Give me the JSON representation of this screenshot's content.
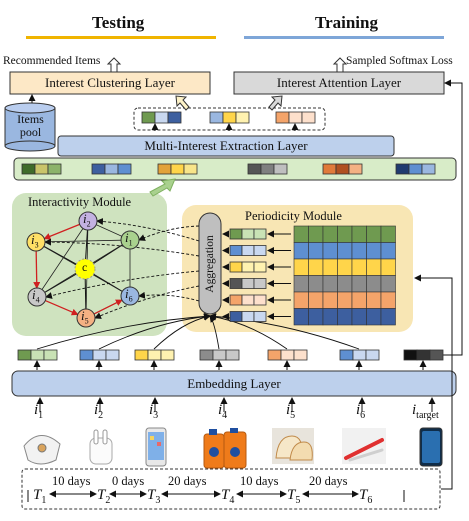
{
  "header": {
    "testing": "Testing",
    "training": "Training"
  },
  "top": {
    "recommended_items": "Recommended Items",
    "sampled_softmax_loss": "Sampled Softmax Loss",
    "interest_clustering_layer": "Interest Clustering Layer",
    "interest_attention_layer": "Interest Attention Layer",
    "items_pool": "Items pool"
  },
  "multi_interest_layer": "Multi-Interest Extraction Layer",
  "interactivity": {
    "title": "Interactivity Module",
    "center": "c",
    "nodes": [
      {
        "base": "i",
        "sub": "1"
      },
      {
        "base": "i",
        "sub": "2"
      },
      {
        "base": "i",
        "sub": "3"
      },
      {
        "base": "i",
        "sub": "4"
      },
      {
        "base": "i",
        "sub": "5"
      },
      {
        "base": "i",
        "sub": "6"
      }
    ]
  },
  "aggregation": "Aggregation",
  "periodicity_title": "Periodicity Module",
  "embedding_layer": "Embedding Layer",
  "items": [
    {
      "base": "i",
      "sub": "1"
    },
    {
      "base": "i",
      "sub": "2"
    },
    {
      "base": "i",
      "sub": "3"
    },
    {
      "base": "i",
      "sub": "4"
    },
    {
      "base": "i",
      "sub": "5"
    },
    {
      "base": "i",
      "sub": "6"
    },
    {
      "base": "i",
      "sub": "target"
    }
  ],
  "timeline": {
    "times": [
      {
        "base": "T",
        "sub": "1"
      },
      {
        "base": "T",
        "sub": "2"
      },
      {
        "base": "T",
        "sub": "3"
      },
      {
        "base": "T",
        "sub": "4"
      },
      {
        "base": "T",
        "sub": "5"
      },
      {
        "base": "T",
        "sub": "6"
      }
    ],
    "gaps": [
      "10 days",
      "0 days",
      "20 days",
      "10 days",
      "20 days"
    ]
  },
  "colors": {
    "green_region": "#cfe3bf",
    "yellow_region": "#f8e6b4",
    "layer_blue": "#bdd0ec",
    "clustering_fill": "#fde8c6",
    "attention_fill": "#d9d9d9",
    "extraction_band": "#d8ecc8",
    "node_yellow": "#ffe066",
    "node_green": "#a9d18e",
    "node_purple": "#c3b1e1",
    "node_gray": "#c8c8c8",
    "node_orange": "#f4b183",
    "node_blue": "#9ab7e0",
    "center_yellow": "#ffff00",
    "arrow_red": "#d02020",
    "testing_bar": "#f0b400",
    "training_bar": "#7ea6d8",
    "grid_green": "#6f9a50",
    "grid_blue": "#5e8fd1",
    "grid_yellow": "#ffd54a",
    "grid_gray": "#8c8c8c",
    "grid_orange": "#f4a46a",
    "grid_navy": "#3d5f9f"
  }
}
